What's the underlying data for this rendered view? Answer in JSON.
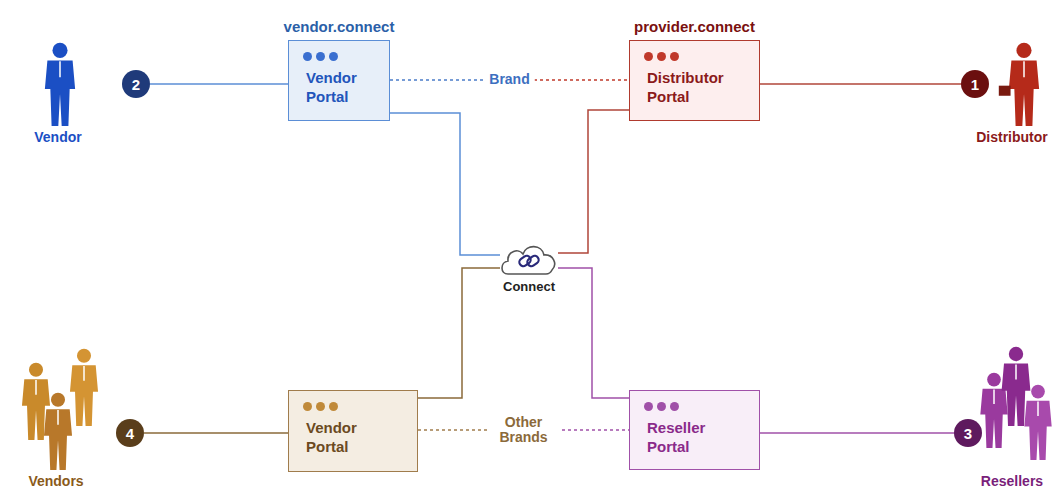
{
  "diagram": {
    "nodes": [
      {
        "text": [
          "2"
        ]
      },
      {
        "text": [
          "vendor.connect",
          "Vendor Portal"
        ]
      },
      {
        "text": [
          "provider.connect",
          "Distributor Portal"
        ]
      },
      {
        "text": [
          "1"
        ]
      },
      {
        "text": [
          "Connect"
        ]
      },
      {
        "text": [
          "4"
        ]
      },
      {
        "text": [
          "Vendor Portal"
        ]
      },
      {
        "text": [
          "Reseller Portal"
        ]
      },
      {
        "text": [
          "3"
        ]
      }
    ],
    "edges": [
      {
        "from": 0,
        "to": 1,
        "arrow": "none"
      },
      {
        "from": 1,
        "to": 2,
        "label": "Brand",
        "arrow": "none"
      },
      {
        "from": 2,
        "to": 3,
        "arrow": "none"
      },
      {
        "from": 1,
        "to": 4,
        "arrow": "none"
      },
      {
        "from": 2,
        "to": 4,
        "arrow": "none"
      },
      {
        "from": 5,
        "to": 6,
        "arrow": "none"
      },
      {
        "from": 6,
        "to": 4,
        "arrow": "none"
      },
      {
        "from": 6,
        "to": 7,
        "label": "Other Brands",
        "arrow": "none"
      },
      {
        "from": 7,
        "to": 4,
        "arrow": "none"
      },
      {
        "from": 7,
        "to": 8,
        "arrow": "none"
      }
    ],
    "labels": [
      "Vendor",
      "Distributor",
      "Vendors",
      "Resellers"
    ]
  }
}
